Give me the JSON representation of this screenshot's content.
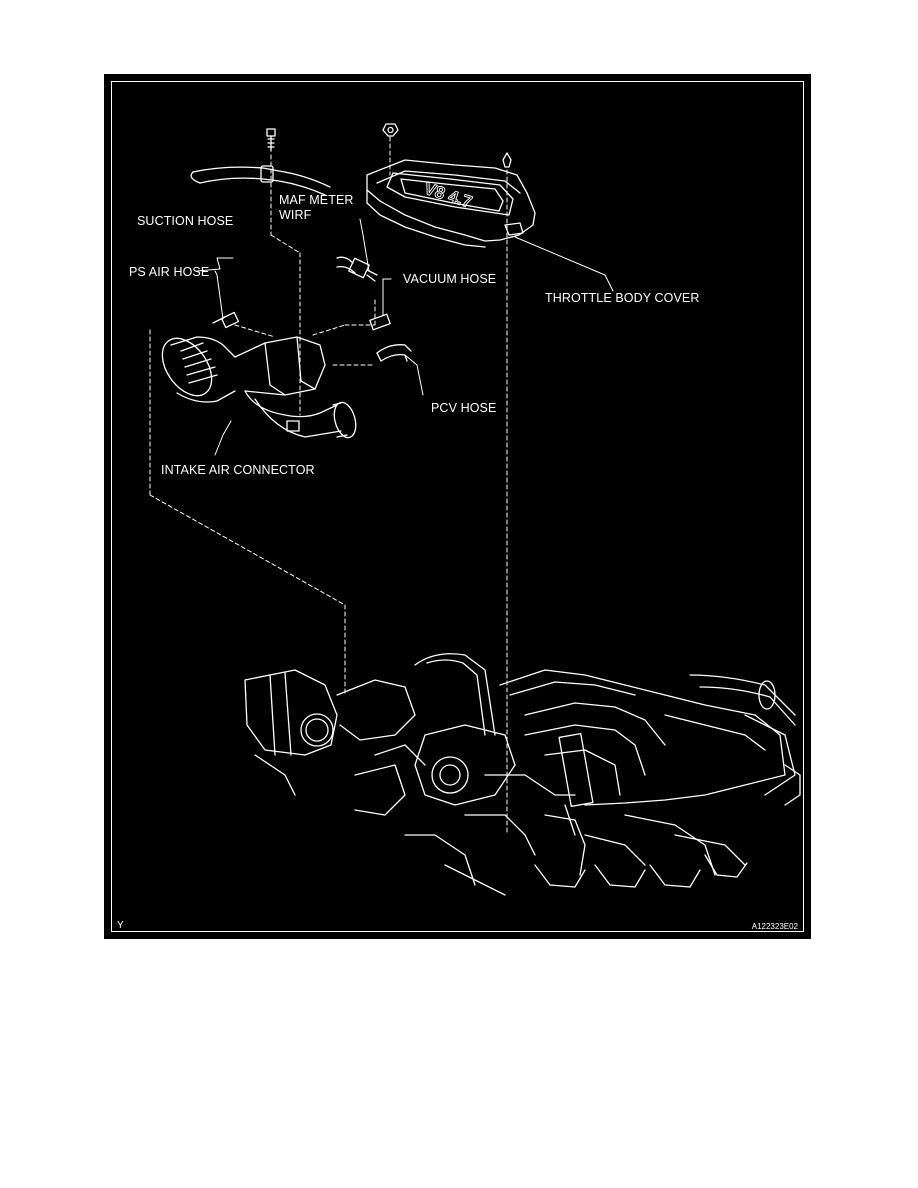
{
  "labels": {
    "suction_hose": "SUCTION HOSE",
    "maf_meter_line1": "MAF METER",
    "maf_meter_line2": "WIRF",
    "ps_air_hose": "PS AIR HOSE",
    "vacuum_hose": "VACUUM HOSE",
    "throttle_body_cover": "THROTTLE BODY COVER",
    "pcv_hose": "PCV HOSE",
    "intake_air_connector": "INTAKE AIR CONNECTOR",
    "cover_badge": "V8 4.7"
  },
  "footer": {
    "left_code": "Y",
    "right_code": "A122323E02"
  },
  "colors": {
    "background": "#000000",
    "line": "#ffffff",
    "page": "#ffffff"
  }
}
